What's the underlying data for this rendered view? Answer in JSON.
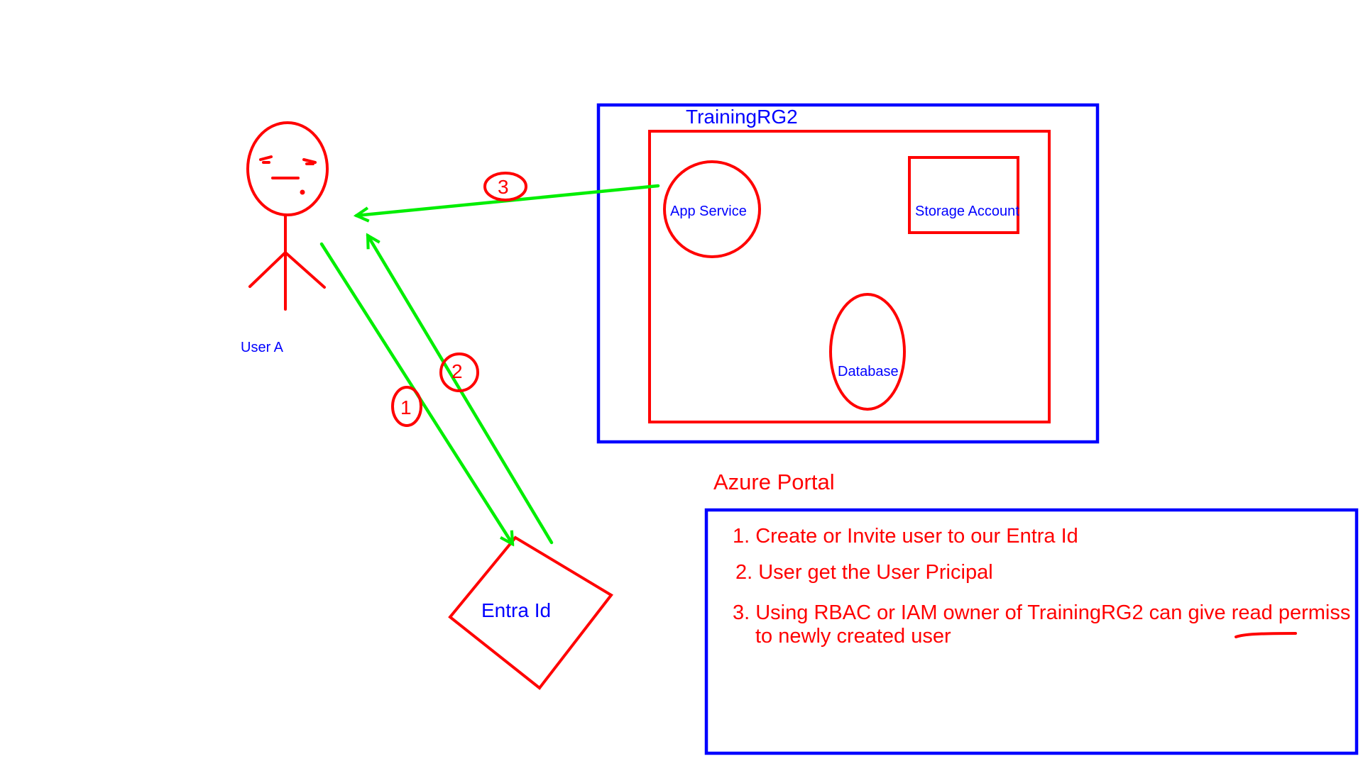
{
  "user": {
    "label": "User A"
  },
  "resource_group": {
    "title": "TrainingRG2",
    "resources": {
      "app_service": "App Service",
      "storage_account": "Storage Account",
      "database": "Database"
    }
  },
  "identity": {
    "label": "Entra Id"
  },
  "steps": {
    "one": "1",
    "two": "2",
    "three": "3"
  },
  "portal": {
    "title": "Azure Portal",
    "notes": [
      "1. Create or Invite user to our Entra Id",
      "2. User get the User Pricipal",
      "3. Using RBAC or IAM owner of TrainingRG2 can give read permiss",
      "to newly created user"
    ]
  },
  "colors": {
    "ink_red": "#ff0000",
    "ink_blue": "#0000ff",
    "arrow_green": "#00ee00"
  }
}
